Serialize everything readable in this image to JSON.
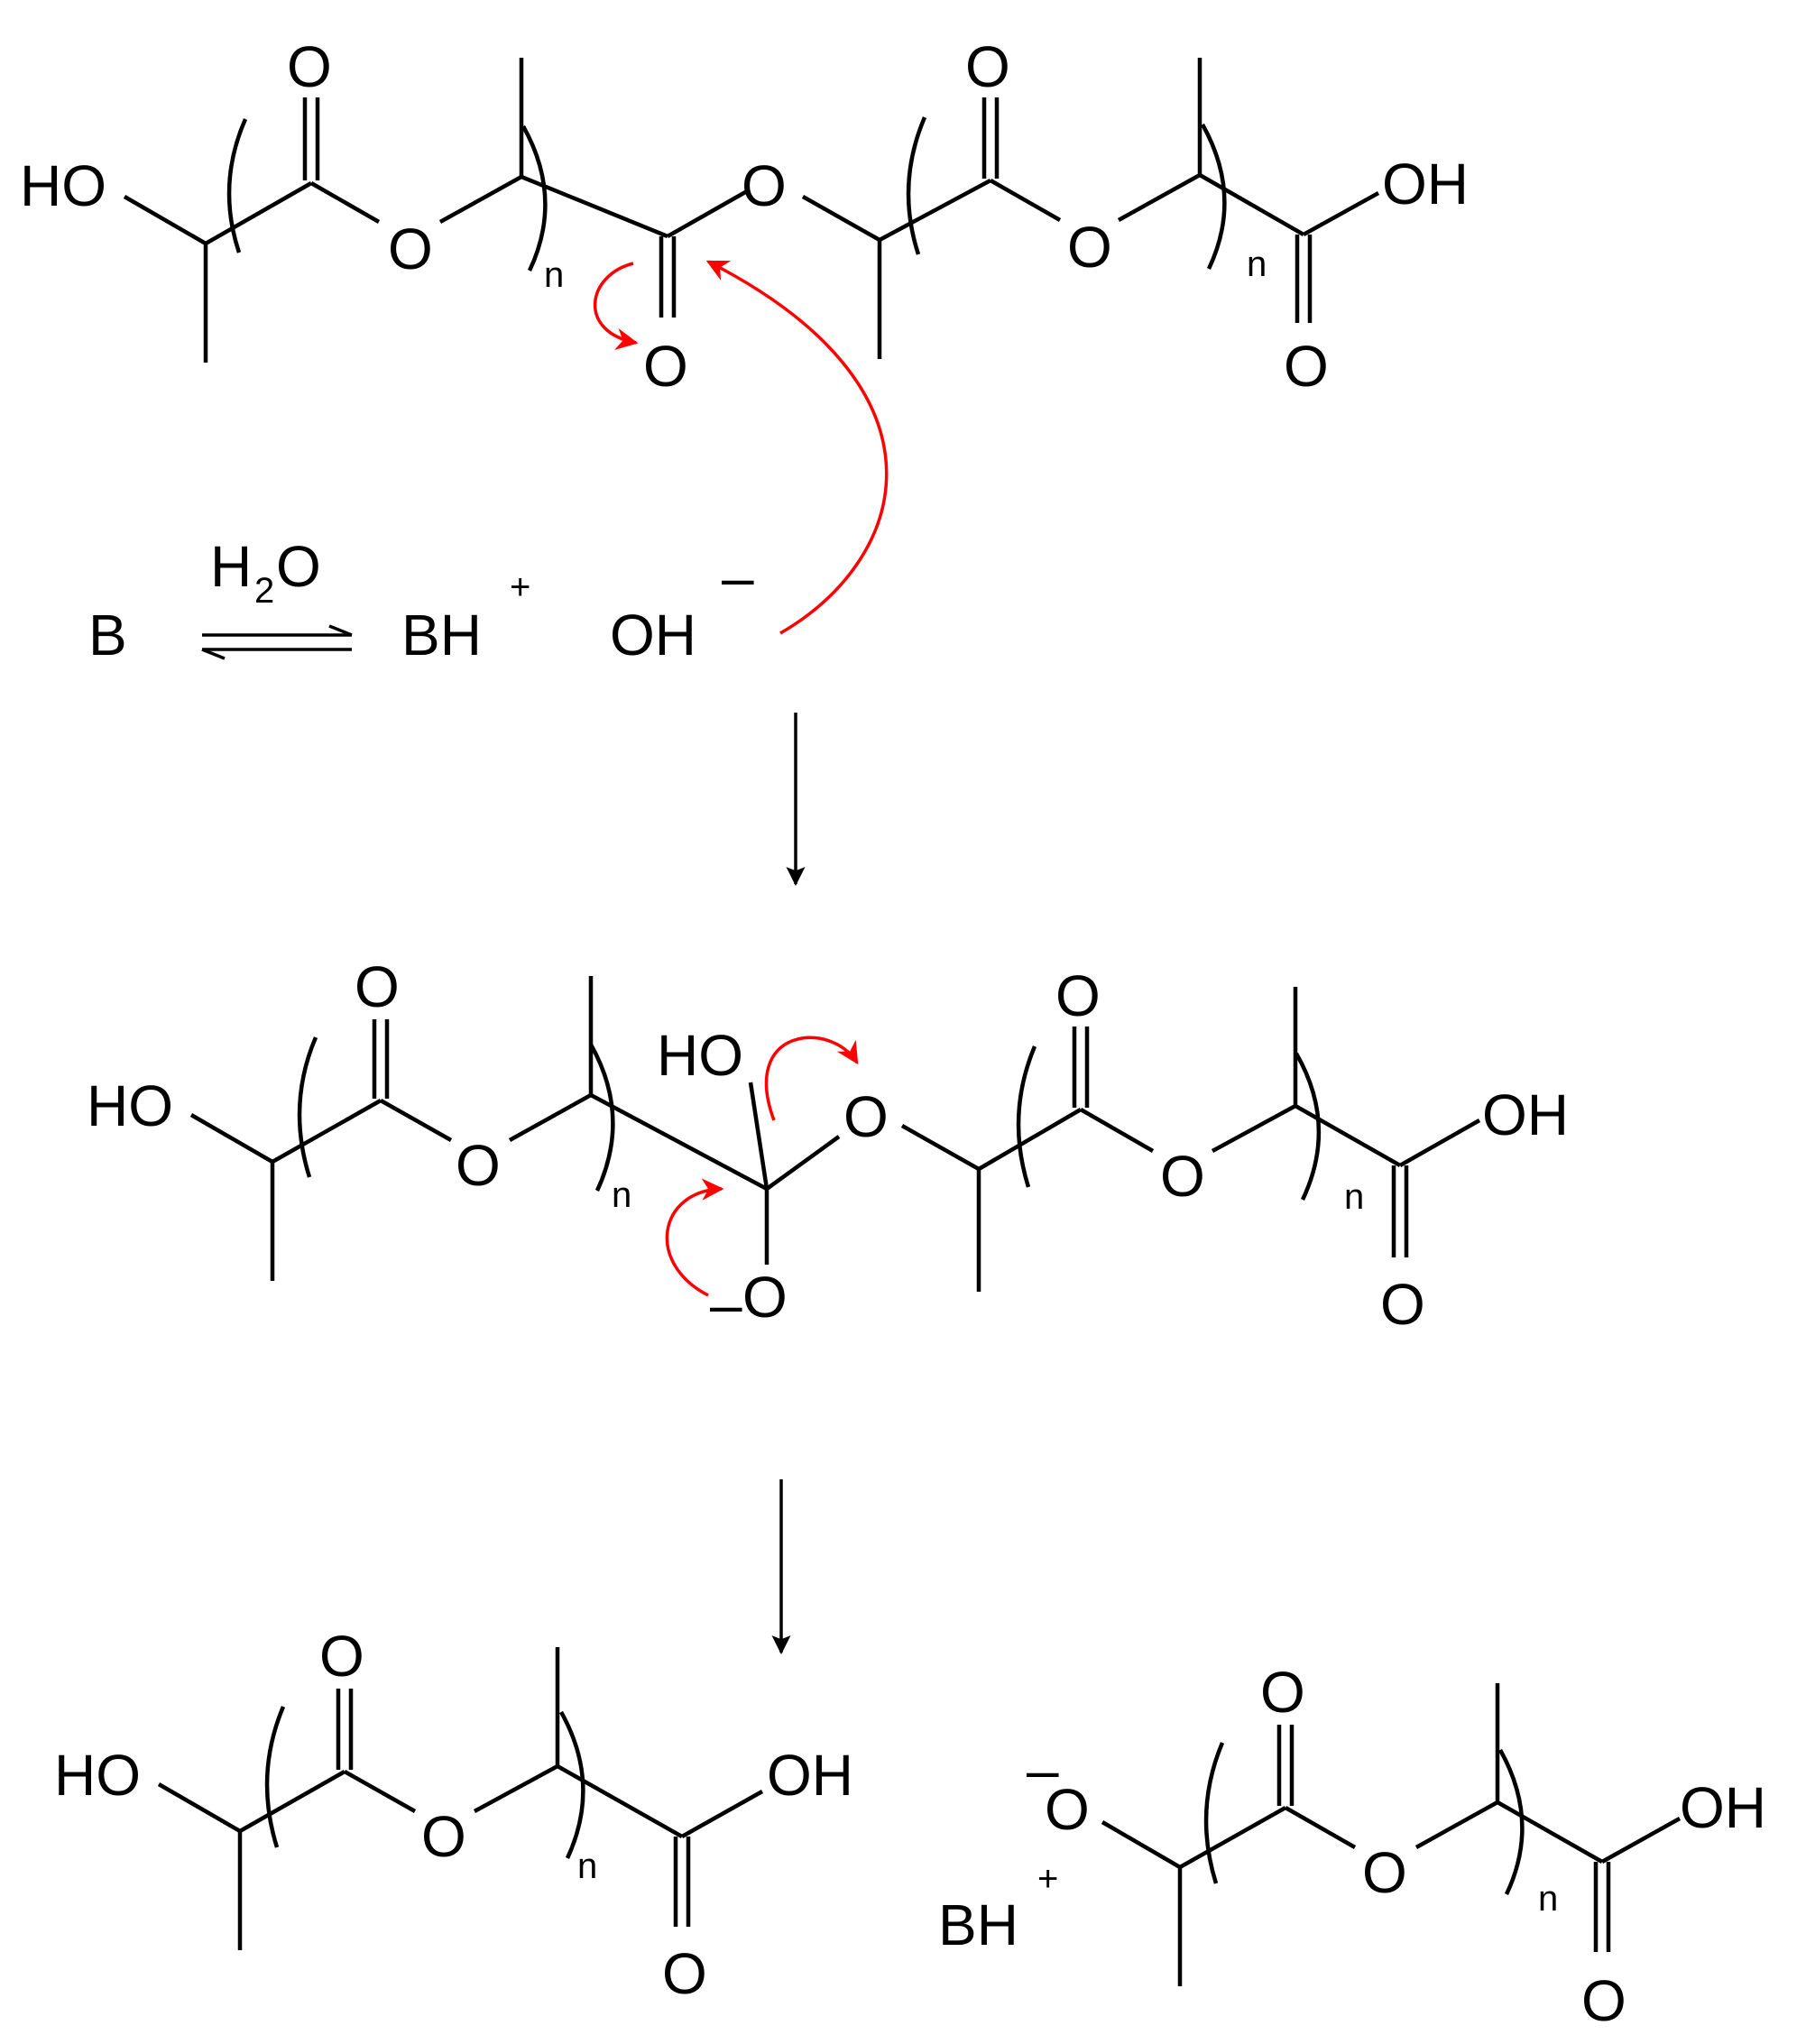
{
  "labels": {
    "O": "O",
    "HO": "HO",
    "OH": "OH",
    "n": "n",
    "minus": "–",
    "plus": "+",
    "B": "B",
    "BH": "BH",
    "H": "H",
    "two": "2",
    "water_O": "O"
  },
  "colors": {
    "bonds": "#000000",
    "electron_arrows": "#ff0000",
    "background": "#ffffff"
  },
  "icons": {
    "equilibrium": "equilibrium-harpoons",
    "reaction_arrow": "down-arrow",
    "curved_arrow": "electron-pushing-arrow"
  }
}
